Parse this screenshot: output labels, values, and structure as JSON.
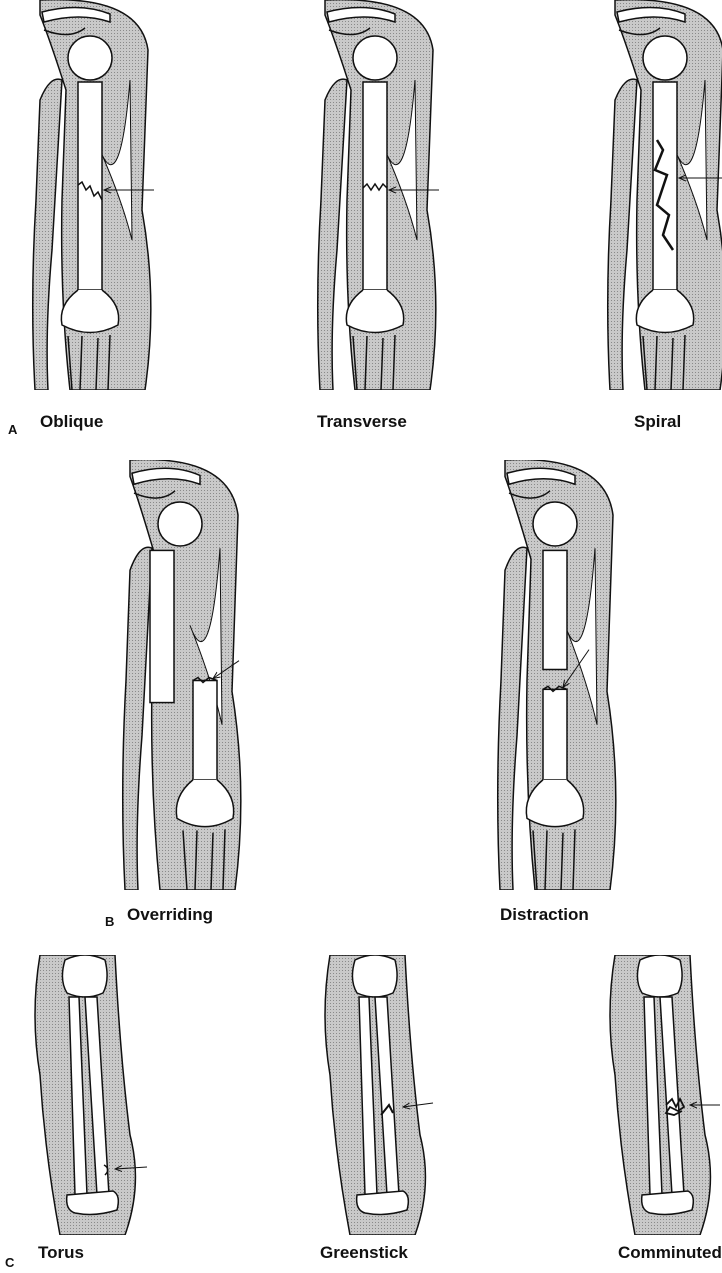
{
  "sections": {
    "A": {
      "letter": "A",
      "items": [
        {
          "label": "Oblique",
          "type": "oblique"
        },
        {
          "label": "Transverse",
          "type": "transverse"
        },
        {
          "label": "Spiral",
          "type": "spiral"
        }
      ]
    },
    "B": {
      "letter": "B",
      "items": [
        {
          "label": "Overriding",
          "type": "overriding"
        },
        {
          "label": "Distraction",
          "type": "distraction"
        }
      ]
    },
    "C": {
      "letter": "C",
      "items": [
        {
          "label": "Torus",
          "type": "torus"
        },
        {
          "label": "Greenstick",
          "type": "greenstick"
        },
        {
          "label": "Comminuted",
          "type": "comminuted"
        }
      ]
    }
  },
  "colors": {
    "tissue": "#c9c9c9",
    "bone": "#ffffff",
    "outline": "#111111"
  }
}
